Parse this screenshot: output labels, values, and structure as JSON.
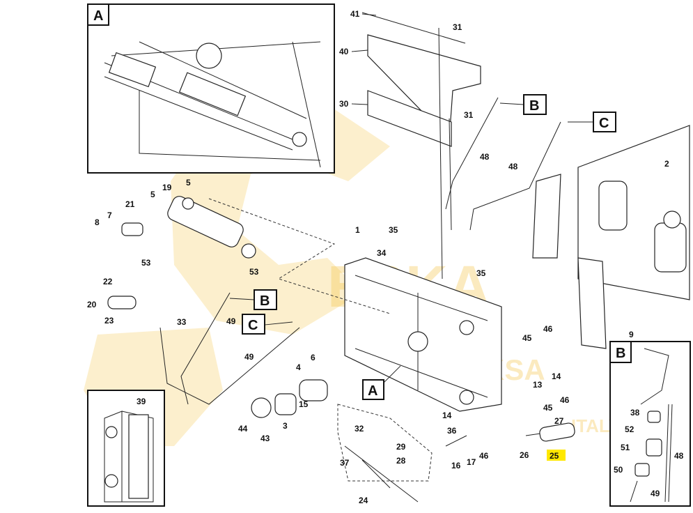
{
  "diagram": {
    "callouts": [
      "A",
      "B",
      "C"
    ],
    "inset_labels": {
      "a": "A",
      "b": "B"
    },
    "part_numbers": {
      "p1": "1",
      "p2": "2",
      "p3": "3",
      "p4": "4",
      "p5a": "5",
      "p5b": "5",
      "p6": "6",
      "p7": "7",
      "p8": "8",
      "p9": "9",
      "p13": "13",
      "p14a": "14",
      "p14b": "14",
      "p15": "15",
      "p16": "16",
      "p17": "17",
      "p19": "19",
      "p20": "20",
      "p21": "21",
      "p22": "22",
      "p23": "23",
      "p24": "24",
      "p25": "25",
      "p26": "26",
      "p27": "27",
      "p28": "28",
      "p29": "29",
      "p30": "30",
      "p31a": "31",
      "p31b": "31",
      "p32": "32",
      "p33": "33",
      "p34": "34",
      "p35a": "35",
      "p35b": "35",
      "p36": "36",
      "p37": "37",
      "p38": "38",
      "p39": "39",
      "p40": "40",
      "p41": "41",
      "p43": "43",
      "p44": "44",
      "p45a": "45",
      "p45b": "45",
      "p46a": "46",
      "p46b": "46",
      "p46c": "46",
      "p48a": "48",
      "p48b": "48",
      "p48c": "48",
      "p49a": "49",
      "p49b": "49",
      "p49c": "49",
      "p50": "50",
      "p51": "51",
      "p52": "52",
      "p53a": "53",
      "p53b": "53"
    },
    "highlighted_part": "25",
    "watermark_text": "ESKA",
    "watermark_sub": "TECKSA",
    "watermark_sub2": "ITALY"
  },
  "colors": {
    "highlight": "#ffe800",
    "watermark": "#f4c64a",
    "line": "#222222"
  }
}
